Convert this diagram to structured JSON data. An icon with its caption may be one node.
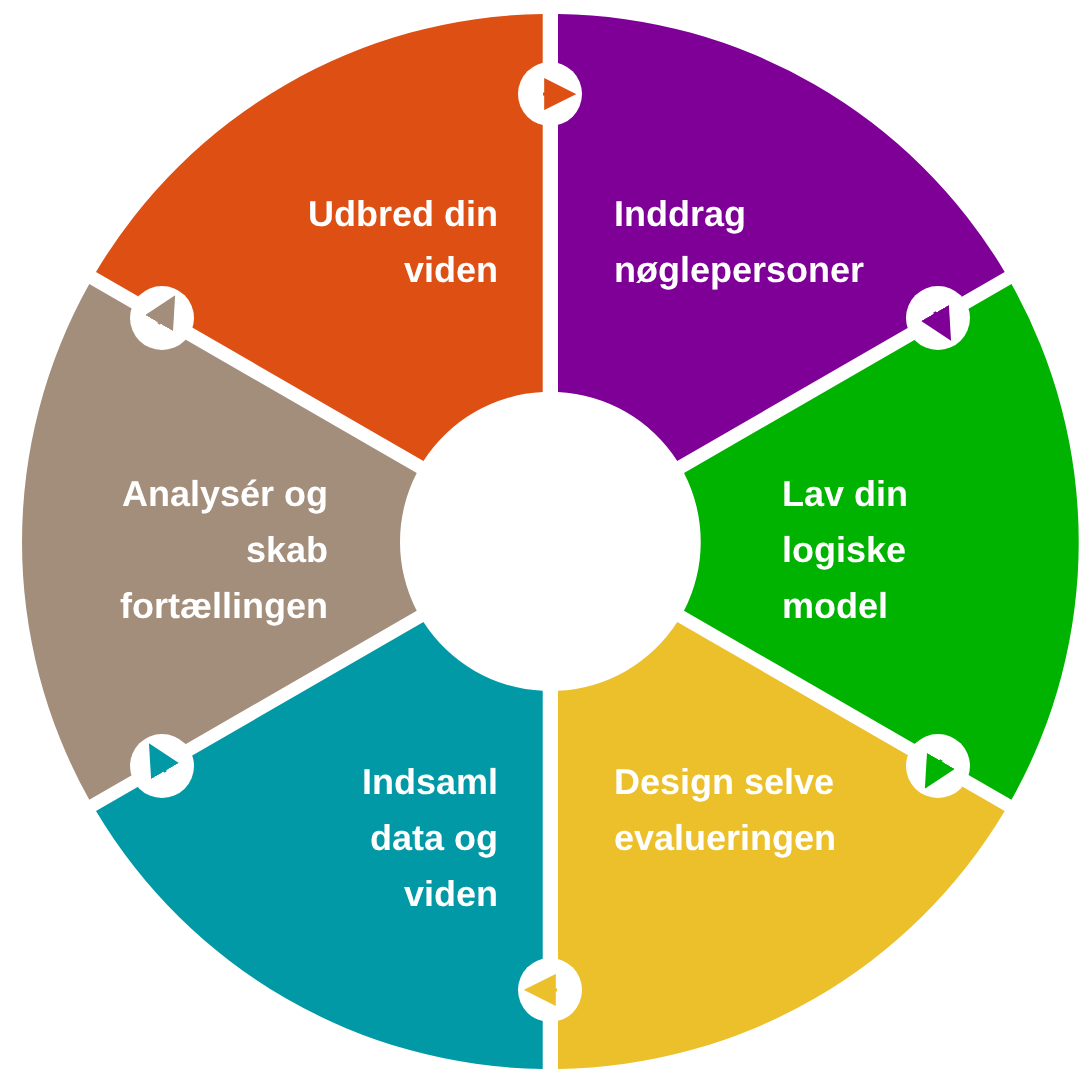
{
  "diagram": {
    "nodes": [
      {
        "text": [
          "Inddrag nøglepersoner"
        ]
      },
      {
        "text": [
          "Lav din logiske model"
        ]
      },
      {
        "text": [
          "Design selve evalueringen"
        ]
      },
      {
        "text": [
          "Indsaml data og viden"
        ]
      },
      {
        "text": [
          "Analysér og skab fortællingen"
        ]
      },
      {
        "text": [
          "Udbred din viden"
        ]
      }
    ],
    "edges": [
      {
        "from": 5,
        "to": 0,
        "arrow": "to",
        "color": "#dd4f13"
      },
      {
        "from": 0,
        "to": 1,
        "arrow": "to",
        "color": "#7e0097"
      },
      {
        "from": 1,
        "to": 2,
        "arrow": "to",
        "color": "#00b300"
      },
      {
        "from": 2,
        "to": 3,
        "arrow": "to",
        "color": "#ecc02b"
      },
      {
        "from": 3,
        "to": 4,
        "arrow": "to",
        "color": "#0299a6"
      },
      {
        "from": 4,
        "to": 5,
        "arrow": "to",
        "color": "#a38e7c"
      }
    ]
  }
}
